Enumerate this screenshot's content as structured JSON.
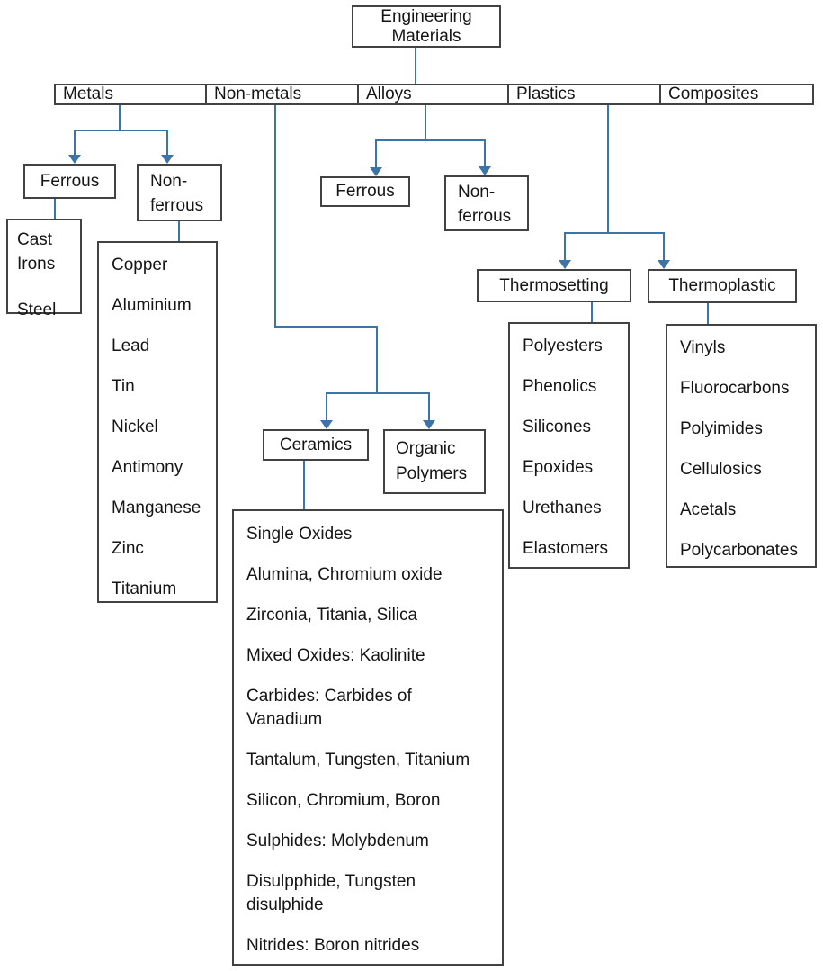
{
  "root": {
    "title": "Engineering Materials"
  },
  "categories": [
    "Metals",
    "Non-metals",
    "Alloys",
    "Plastics",
    "Composites"
  ],
  "metals": {
    "ferrous_label": "Ferrous",
    "nonferrous_label": "Non-ferrous",
    "ferrous_items": [
      "Cast Irons",
      "Steel"
    ],
    "nonferrous_items": [
      "Copper",
      "Aluminium",
      "Lead",
      "Tin",
      "Nickel",
      "Antimony",
      "Manganese",
      "Zinc",
      "Titanium"
    ]
  },
  "alloys": {
    "ferrous_label": "Ferrous",
    "nonferrous_label": "Non-ferrous"
  },
  "nonmetals": {
    "ceramics_label": "Ceramics",
    "organic_polymers_label": "Organic Polymers",
    "ceramics_items": [
      "Single Oxides",
      "Alumina, Chromium oxide",
      "Zirconia, Titania, Silica",
      "Mixed Oxides: Kaolinite",
      "Carbides: Carbides of Vanadium",
      "Tantalum, Tungsten, Titanium",
      "Silicon, Chromium, Boron",
      "Sulphides: Molybdenum",
      "Disulpphide, Tungsten disulphide",
      "Nitrides: Boron nitrides"
    ]
  },
  "plastics": {
    "thermosetting_label": "Thermosetting",
    "thermoplastic_label": "Thermoplastic",
    "thermosetting_items": [
      "Polyesters",
      "Phenolics",
      "Silicones",
      "Epoxides",
      "Urethanes",
      "Elastomers"
    ],
    "thermoplastic_items": [
      "Vinyls",
      "Fluorocarbons",
      "Polyimides",
      "Cellulosics",
      "Acetals",
      "Polycarbonates"
    ]
  },
  "colors": {
    "connector_blue": "#3c74a8",
    "box_border": "#424242"
  }
}
